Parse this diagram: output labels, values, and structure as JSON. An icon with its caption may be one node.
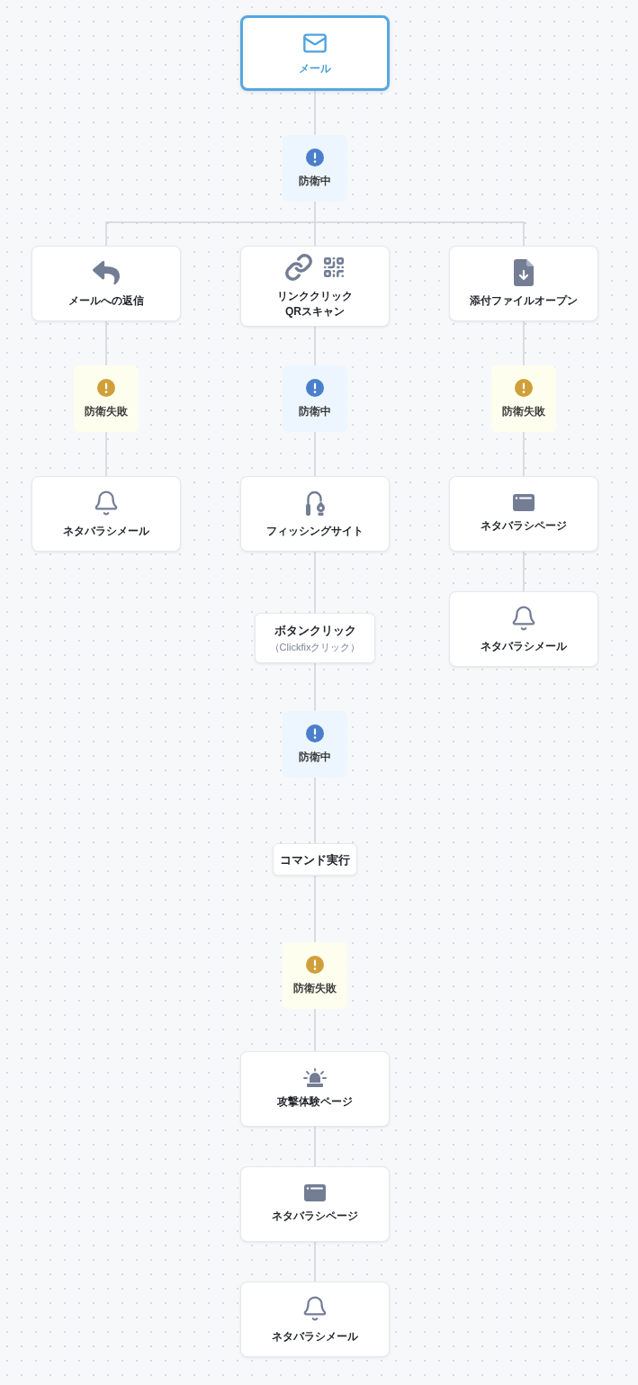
{
  "diagram": {
    "nodes": [
      {
        "text": [
          "メール"
        ]
      },
      {
        "text": [
          "防衛中"
        ]
      },
      {
        "text": [
          "メールへの返信"
        ]
      },
      {
        "text": [
          "リンククリック",
          "QRスキャン"
        ]
      },
      {
        "text": [
          "添付ファイルオープン"
        ]
      },
      {
        "text": [
          "防衛失敗"
        ]
      },
      {
        "text": [
          "防衛中"
        ]
      },
      {
        "text": [
          "防衛失敗"
        ]
      },
      {
        "text": [
          "ネタバラシメール"
        ]
      },
      {
        "text": [
          "フィッシングサイト"
        ]
      },
      {
        "text": [
          "ネタバラシページ"
        ]
      },
      {
        "text": [
          "ボタンクリック",
          "（Clickfixクリック）"
        ]
      },
      {
        "text": [
          "ネタバラシメール"
        ]
      },
      {
        "text": [
          "防衛中"
        ]
      },
      {
        "text": [
          "コマンド実行"
        ]
      },
      {
        "text": [
          "防衛失敗"
        ]
      },
      {
        "text": [
          "攻撃体験ページ"
        ]
      },
      {
        "text": [
          "ネタバラシページ"
        ]
      },
      {
        "text": [
          "ネタバラシメール"
        ]
      }
    ],
    "edges": [
      {
        "from": 0,
        "to": 1,
        "arrow": "none"
      },
      {
        "from": 1,
        "to": 2,
        "arrow": "none"
      },
      {
        "from": 1,
        "to": 3,
        "arrow": "none"
      },
      {
        "from": 1,
        "to": 4,
        "arrow": "none"
      },
      {
        "from": 2,
        "to": 5,
        "arrow": "none"
      },
      {
        "from": 3,
        "to": 6,
        "arrow": "none"
      },
      {
        "from": 4,
        "to": 7,
        "arrow": "none"
      },
      {
        "from": 5,
        "to": 8,
        "arrow": "none"
      },
      {
        "from": 6,
        "to": 9,
        "arrow": "none"
      },
      {
        "from": 7,
        "to": 10,
        "arrow": "none"
      },
      {
        "from": 9,
        "to": 11,
        "arrow": "none"
      },
      {
        "from": 10,
        "to": 12,
        "arrow": "none"
      },
      {
        "from": 11,
        "to": 13,
        "arrow": "none"
      },
      {
        "from": 13,
        "to": 14,
        "arrow": "none"
      },
      {
        "from": 14,
        "to": 15,
        "arrow": "none"
      },
      {
        "from": 15,
        "to": 16,
        "arrow": "none"
      },
      {
        "from": 16,
        "to": 17,
        "arrow": "none"
      },
      {
        "from": 17,
        "to": 18,
        "arrow": "none"
      }
    ]
  }
}
